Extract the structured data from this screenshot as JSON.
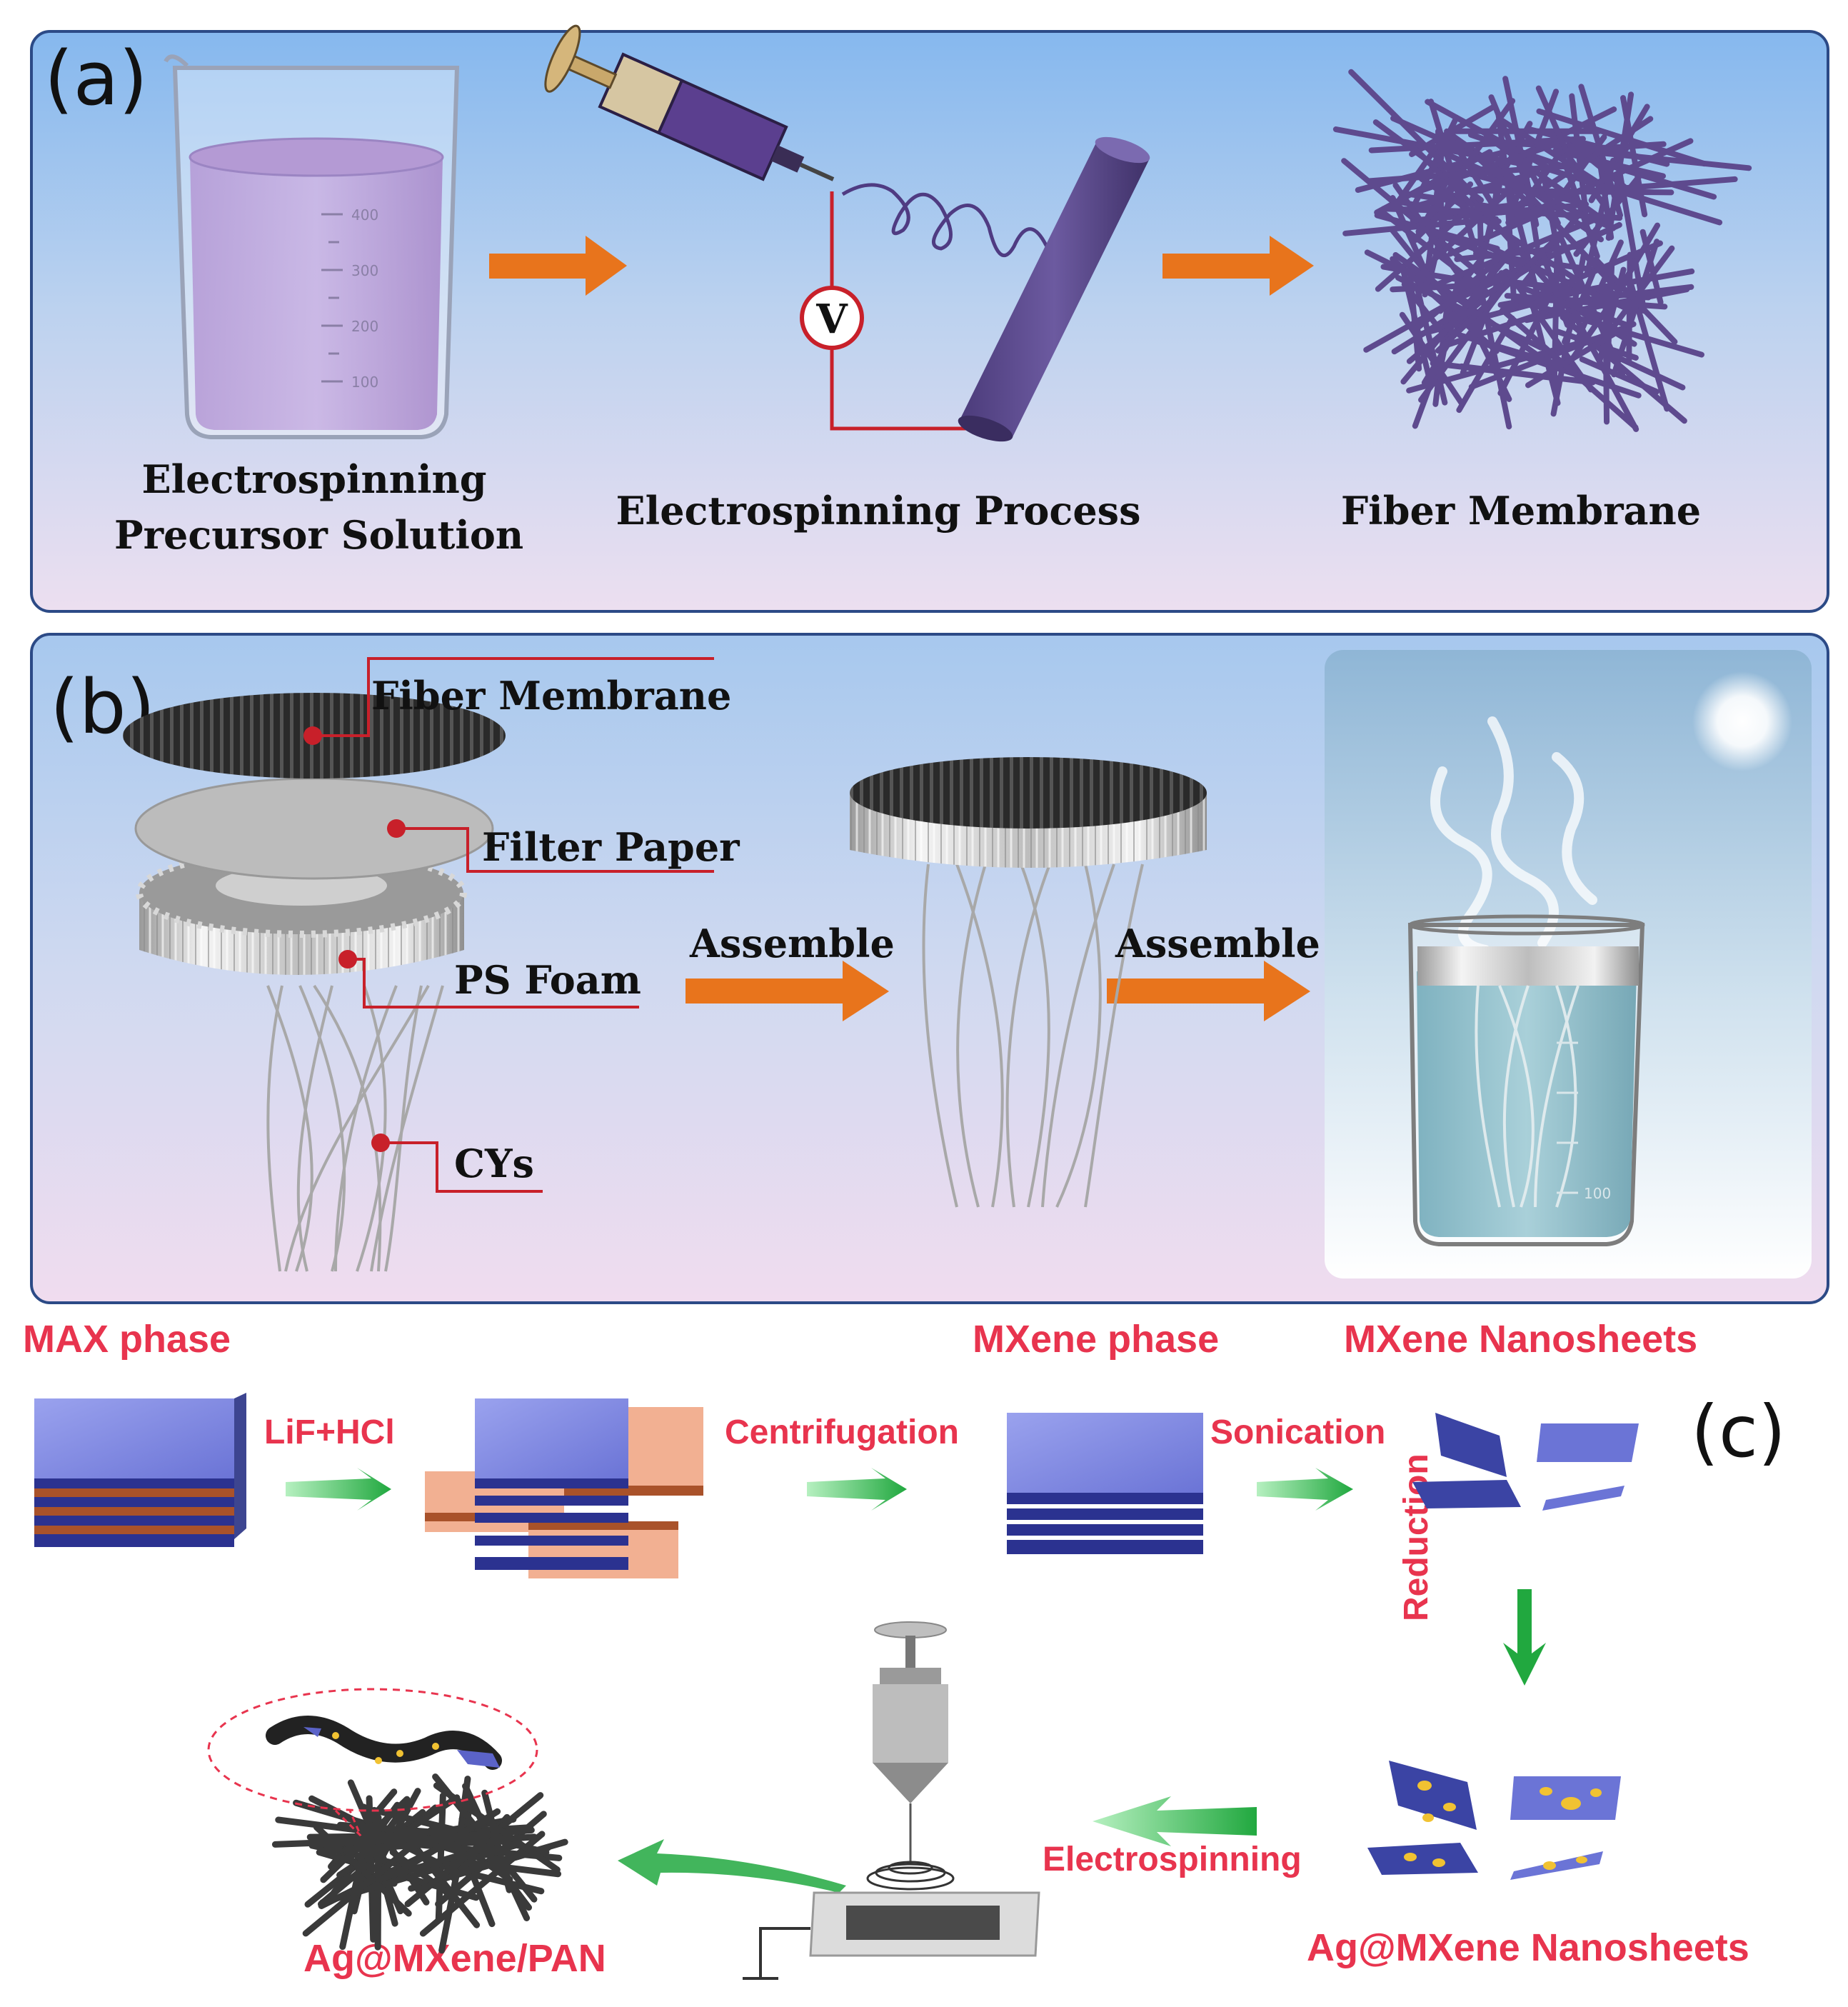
{
  "panel_a": {
    "label": "(a)",
    "beaker_label_line1": "Electrospinning",
    "beaker_label_line2": "Precursor Solution",
    "process_label": "Electrospinning  Process",
    "membrane_label": "Fiber Membrane",
    "voltmeter_symbol": "V",
    "beaker_ticks": [
      "400",
      "300",
      "200",
      "100"
    ]
  },
  "panel_b": {
    "label": "(b)",
    "callouts": {
      "fiber_membrane": "Fiber Membrane",
      "filter_paper": "Filter Paper",
      "ps_foam": "PS Foam",
      "cys": "CYs"
    },
    "arrow1_label": "Assemble",
    "arrow2_label": "Assemble",
    "beaker_ticks": [
      "100"
    ]
  },
  "panel_c": {
    "label": "(c)",
    "max_phase": "MAX phase",
    "step1": "LiF+HCl",
    "step2": "Centrifugation",
    "mxene_phase": "MXene phase",
    "step3": "Sonication",
    "mxene_nanosheets": "MXene Nanosheets",
    "step4": "Reduction",
    "ag_nanosheets": "Ag@MXene Nanosheets",
    "step5": "Electrospinning",
    "product": "Ag@MXene/PAN"
  },
  "colors": {
    "orange_arrow": "#e8741c",
    "green_arrow": "#2fb54a",
    "red_text": "#e8344e",
    "callout_line": "#c8202a",
    "purple_fiber": "#5e4a8e",
    "mxene_blue": "#5b63c8",
    "max_brown": "#a9522a"
  }
}
